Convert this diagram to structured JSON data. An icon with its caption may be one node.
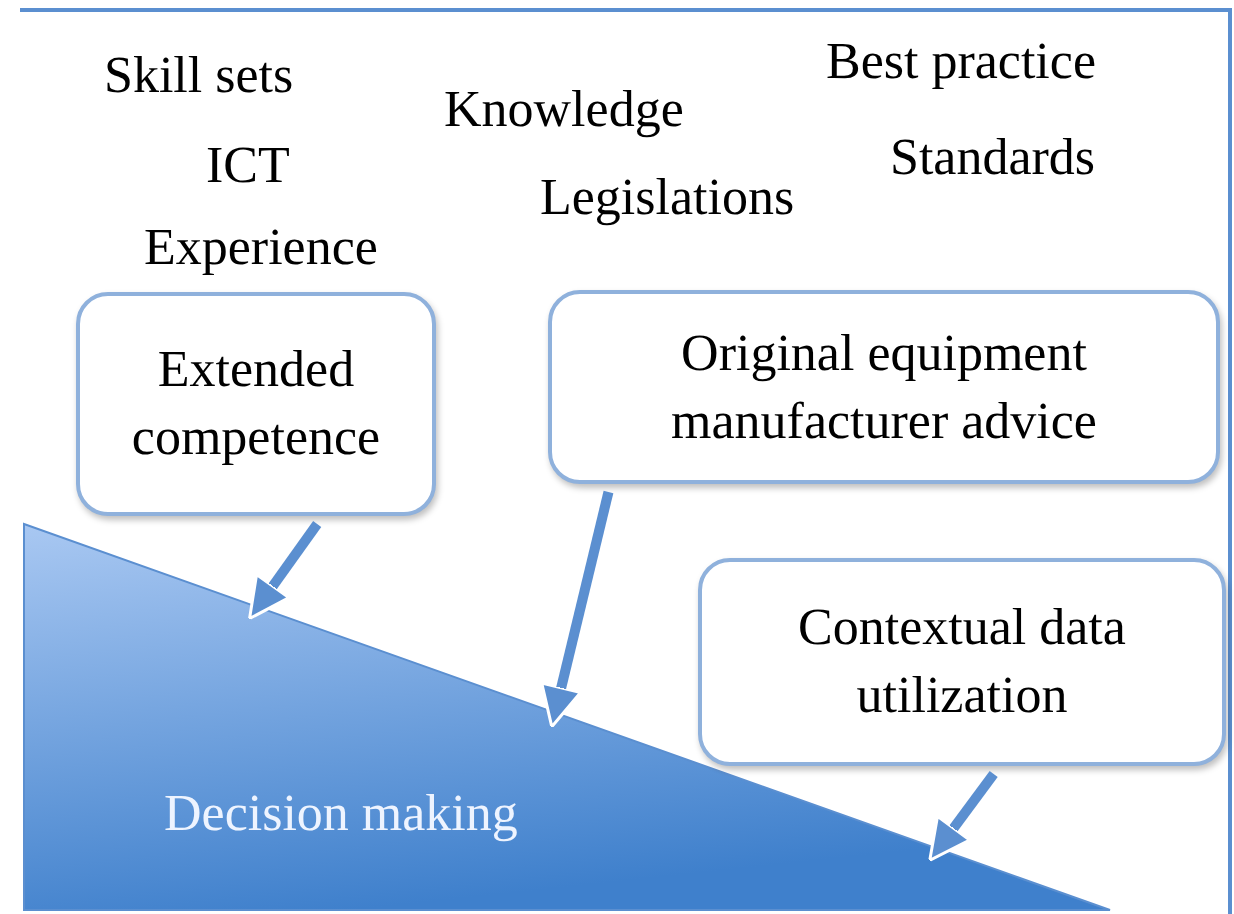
{
  "diagram": {
    "nodes": [
      {
        "text": [
          "Extended competence"
        ]
      },
      {
        "text": [
          "Original equipment manufacturer advice"
        ]
      },
      {
        "text": [
          "Contextual data utilization"
        ]
      },
      {
        "text": [
          "Decision making"
        ]
      }
    ],
    "edges": [
      {
        "from": 0,
        "to": 3,
        "arrow": "to"
      },
      {
        "from": 1,
        "to": 3,
        "arrow": "to"
      },
      {
        "from": 2,
        "to": 3,
        "arrow": "to"
      }
    ],
    "labels": [
      "Skill sets",
      "Knowledge",
      "Best practice",
      "ICT",
      "Standards",
      "Legislations",
      "Experience"
    ]
  }
}
